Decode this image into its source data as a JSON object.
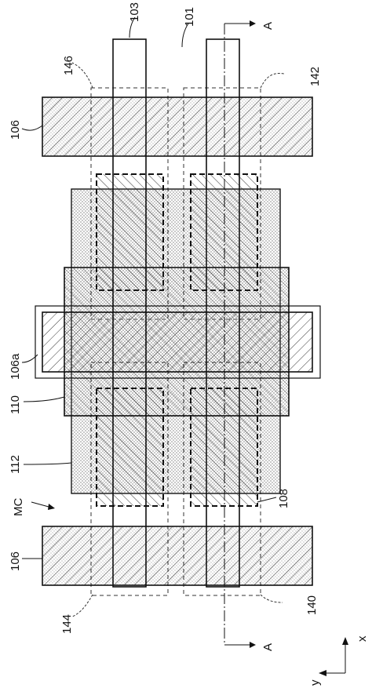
{
  "labels": {
    "l103": "103",
    "l101": "101",
    "l146": "146",
    "l142": "142",
    "l106_top": "106",
    "l106a": "106a",
    "l110": "110",
    "l112": "112",
    "lMC": "MC",
    "l108": "108",
    "l106_bottom": "106",
    "l144": "144",
    "l140": "140",
    "section_top": "A",
    "section_bottom": "A",
    "axis_x": "x",
    "axis_y": "y"
  }
}
